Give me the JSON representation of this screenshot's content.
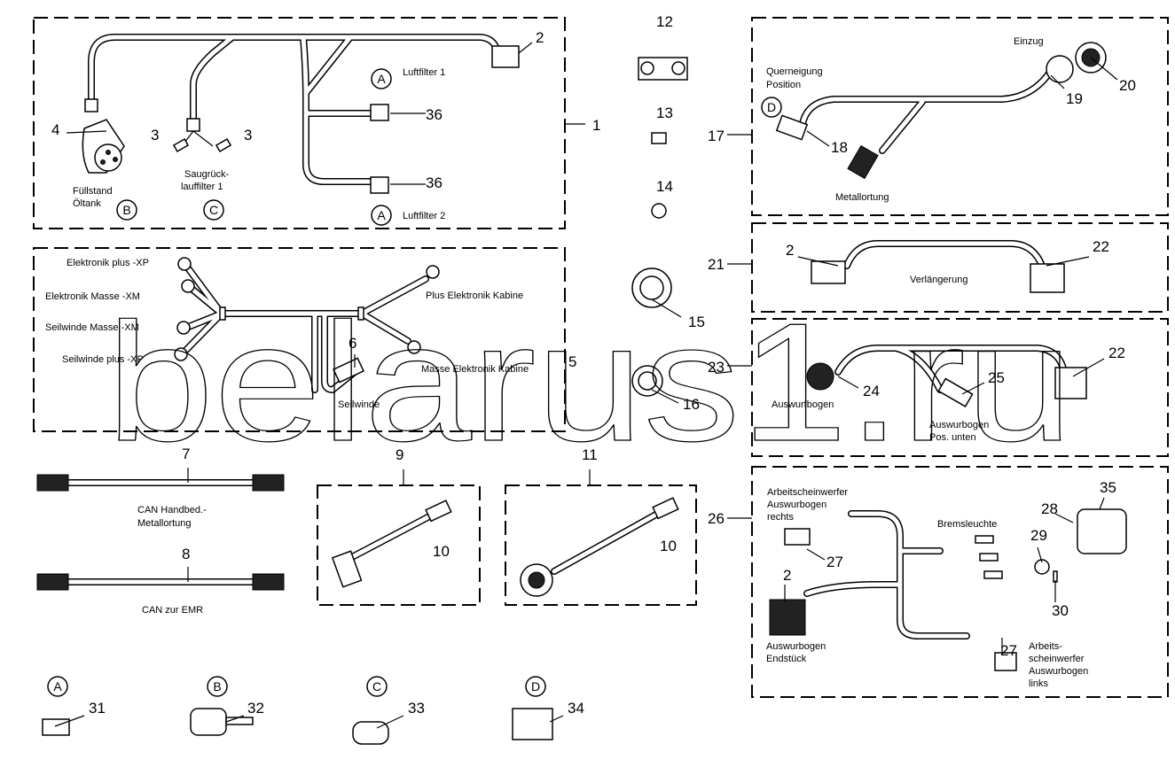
{
  "watermark": "belarus1.ru",
  "callouts": [
    "1",
    "2",
    "3",
    "3",
    "4",
    "36",
    "36",
    "5",
    "6",
    "7",
    "8",
    "9",
    "10",
    "11",
    "10",
    "12",
    "13",
    "14",
    "15",
    "16",
    "17",
    "18",
    "19",
    "20",
    "21",
    "2",
    "22",
    "23",
    "24",
    "25",
    "22",
    "26",
    "2",
    "27",
    "27",
    "28",
    "29",
    "30",
    "35",
    "31",
    "32",
    "33",
    "34"
  ],
  "labels": [
    "Luftfilter 1",
    "Luftfilter 2",
    "Füllstand",
    "Öltank",
    "Saugrück-",
    "lauffilter 1",
    "Elektronik plus -XP",
    "Elektronik Masse -XM",
    "Seilwinde Masse -XM",
    "Seilwinde plus -XP",
    "Plus Elektronik Kabine",
    "Masse Elektronik Kabine",
    "Seilwinde",
    "CAN Handbed.-",
    "Metallortung",
    "CAN zur EMR",
    "Einzug",
    "Querneigung",
    "Position",
    "Metallortung",
    "Verlängerung",
    "Auswurfbogen",
    "Auswurbogen",
    "Pos. unten",
    "Arbeitscheinwerfer",
    "Auswurbogen",
    "rechts",
    "Bremsleuchte",
    "Auswurbogen",
    "Endstück",
    "Arbeits-",
    "scheinwerfer",
    "Auswurbogen",
    "links"
  ],
  "letters": [
    "A",
    "B",
    "C",
    "A",
    "D",
    "A",
    "B",
    "C",
    "D"
  ]
}
